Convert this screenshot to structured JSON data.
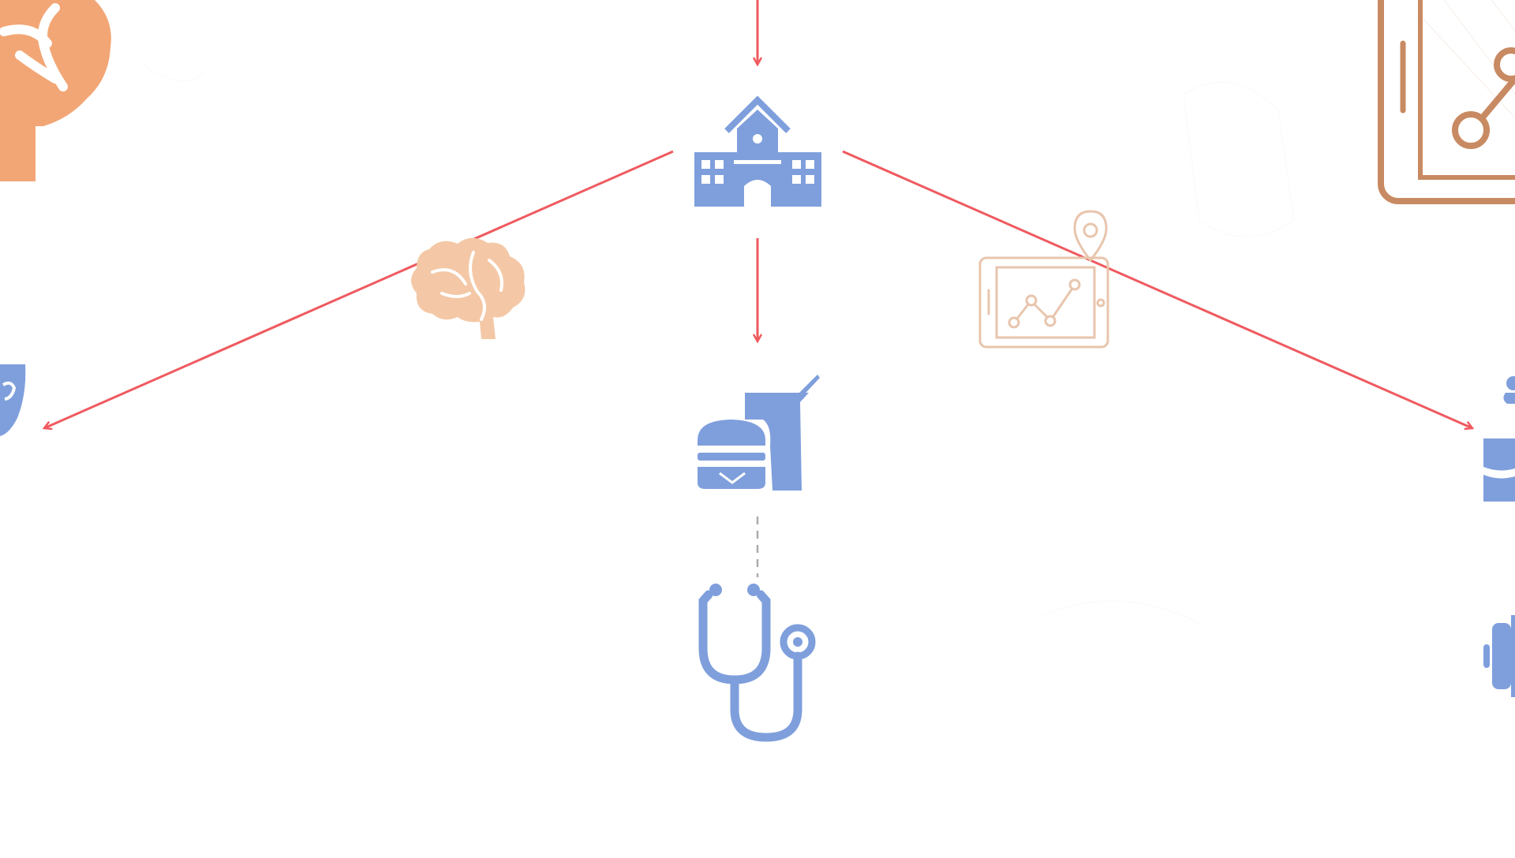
{
  "colors": {
    "background": "#ffffff",
    "arrow": "#ef5a5f",
    "dashed_connector": "#aaaaaa",
    "primary_icon": "#7f9fdc",
    "brain_icon_bold": "#f2a675",
    "brain_icon_faded": "#f4c8a6",
    "tablet_icon": "#c88a62",
    "tablet_icon_faded": "#e8c5ad"
  },
  "icons": {
    "top_left": "brain-icon",
    "top_right": "tablet-analytics-icon",
    "center": "school-icon",
    "middle_left": "brain-icon",
    "middle_right": "tablet-location-analytics-icon",
    "left_edge": "face-mask-icon",
    "right_edge": "fitness-icon",
    "food": "burger-drink-icon",
    "health": "stethoscope-icon",
    "right_edge_lower": "dumbbell-icon"
  },
  "connections": [
    {
      "from": "top",
      "to": "school",
      "style": "arrow"
    },
    {
      "from": "school",
      "to": "food",
      "style": "arrow"
    },
    {
      "from": "school",
      "to": "left",
      "style": "arrow"
    },
    {
      "from": "school",
      "to": "right",
      "style": "arrow"
    },
    {
      "from": "food",
      "to": "health",
      "style": "dashed"
    }
  ]
}
